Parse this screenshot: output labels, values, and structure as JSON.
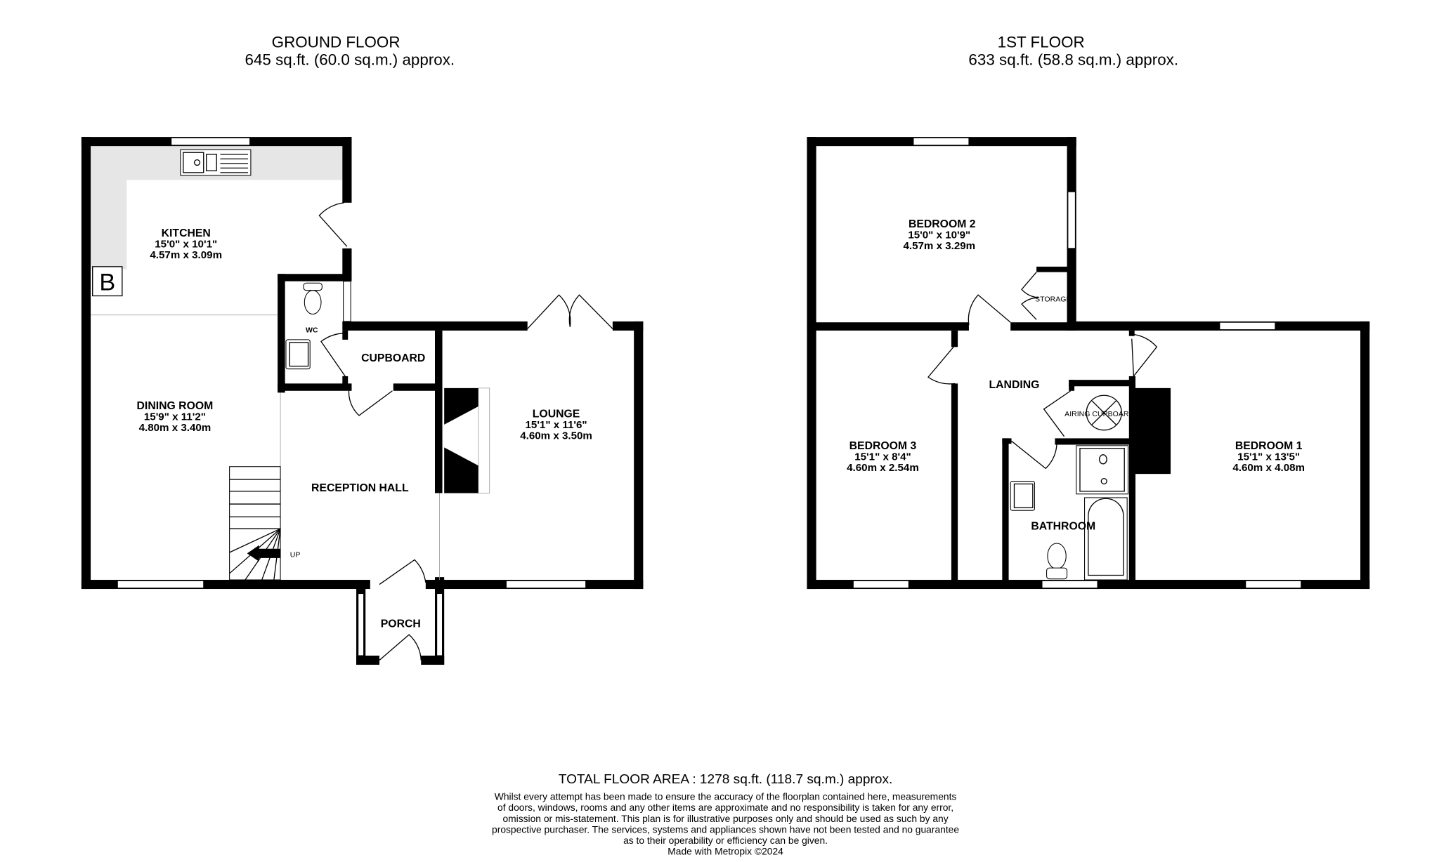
{
  "ground_floor": {
    "title": "GROUND FLOOR",
    "area": "645 sq.ft. (60.0 sq.m.) approx.",
    "rooms": [
      {
        "name": "KITCHEN",
        "imperial": "15'0\"  x 10'1\"",
        "metric": "4.57m  x 3.09m"
      },
      {
        "name": "DINING ROOM",
        "imperial": "15'9\"  x 11'2\"",
        "metric": "4.80m  x 3.40m"
      },
      {
        "name": "LOUNGE",
        "imperial": "15'1\"  x 11'6\"",
        "metric": "4.60m  x 3.50m"
      },
      {
        "name": "RECEPTION HALL"
      },
      {
        "name": "CUPBOARD"
      },
      {
        "name": "WC"
      },
      {
        "name": "PORCH"
      }
    ],
    "boiler_label": "B",
    "stairs_label": "UP"
  },
  "first_floor": {
    "title": "1ST FLOOR",
    "area": "633 sq.ft. (58.8 sq.m.) approx.",
    "rooms": [
      {
        "name": "BEDROOM 2",
        "imperial": "15'0\"  x 10'9\"",
        "metric": "4.57m  x 3.29m"
      },
      {
        "name": "BEDROOM 3",
        "imperial": "15'1\"  x 8'4\"",
        "metric": "4.60m  x 2.54m"
      },
      {
        "name": "BEDROOM 1",
        "imperial": "15'1\"  x 13'5\"",
        "metric": "4.60m  x 4.08m"
      },
      {
        "name": "LANDING"
      },
      {
        "name": "BATHROOM"
      },
      {
        "name": "STORAGE"
      },
      {
        "name": "AIRING CUPBOARD"
      }
    ]
  },
  "footer": {
    "total": "TOTAL FLOOR AREA : 1278 sq.ft. (118.7 sq.m.) approx.",
    "disclaimer": [
      "Whilst every attempt has been made to ensure the accuracy of the floorplan contained here, measurements",
      "of doors, windows, rooms and any other items are approximate and no responsibility is taken for any error,",
      "omission or mis-statement. This plan is for illustrative purposes only and should be used as such by any",
      "prospective purchaser. The services, systems and appliances shown have not been tested and no guarantee",
      "as to their operability or efficiency can be given."
    ],
    "credit": "Made with Metropix ©2024"
  },
  "colors": {
    "wall": "#000000",
    "worktop": "#e6e6e6"
  }
}
